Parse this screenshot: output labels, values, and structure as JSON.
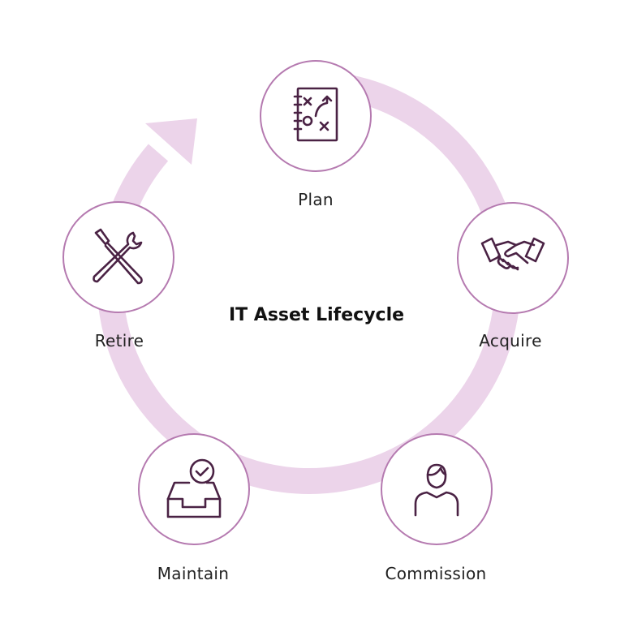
{
  "title": "IT Asset Lifecycle",
  "colors": {
    "ring": "#ecd4ea",
    "node_border": "#b57ab0",
    "icon_stroke": "#4a2244",
    "text": "#222222"
  },
  "stages": [
    {
      "label": "Plan",
      "icon": "strategy-board-icon"
    },
    {
      "label": "Acquire",
      "icon": "handshake-icon"
    },
    {
      "label": "Commission",
      "icon": "person-icon"
    },
    {
      "label": "Maintain",
      "icon": "inbox-check-icon"
    },
    {
      "label": "Retire",
      "icon": "tools-icon"
    }
  ]
}
